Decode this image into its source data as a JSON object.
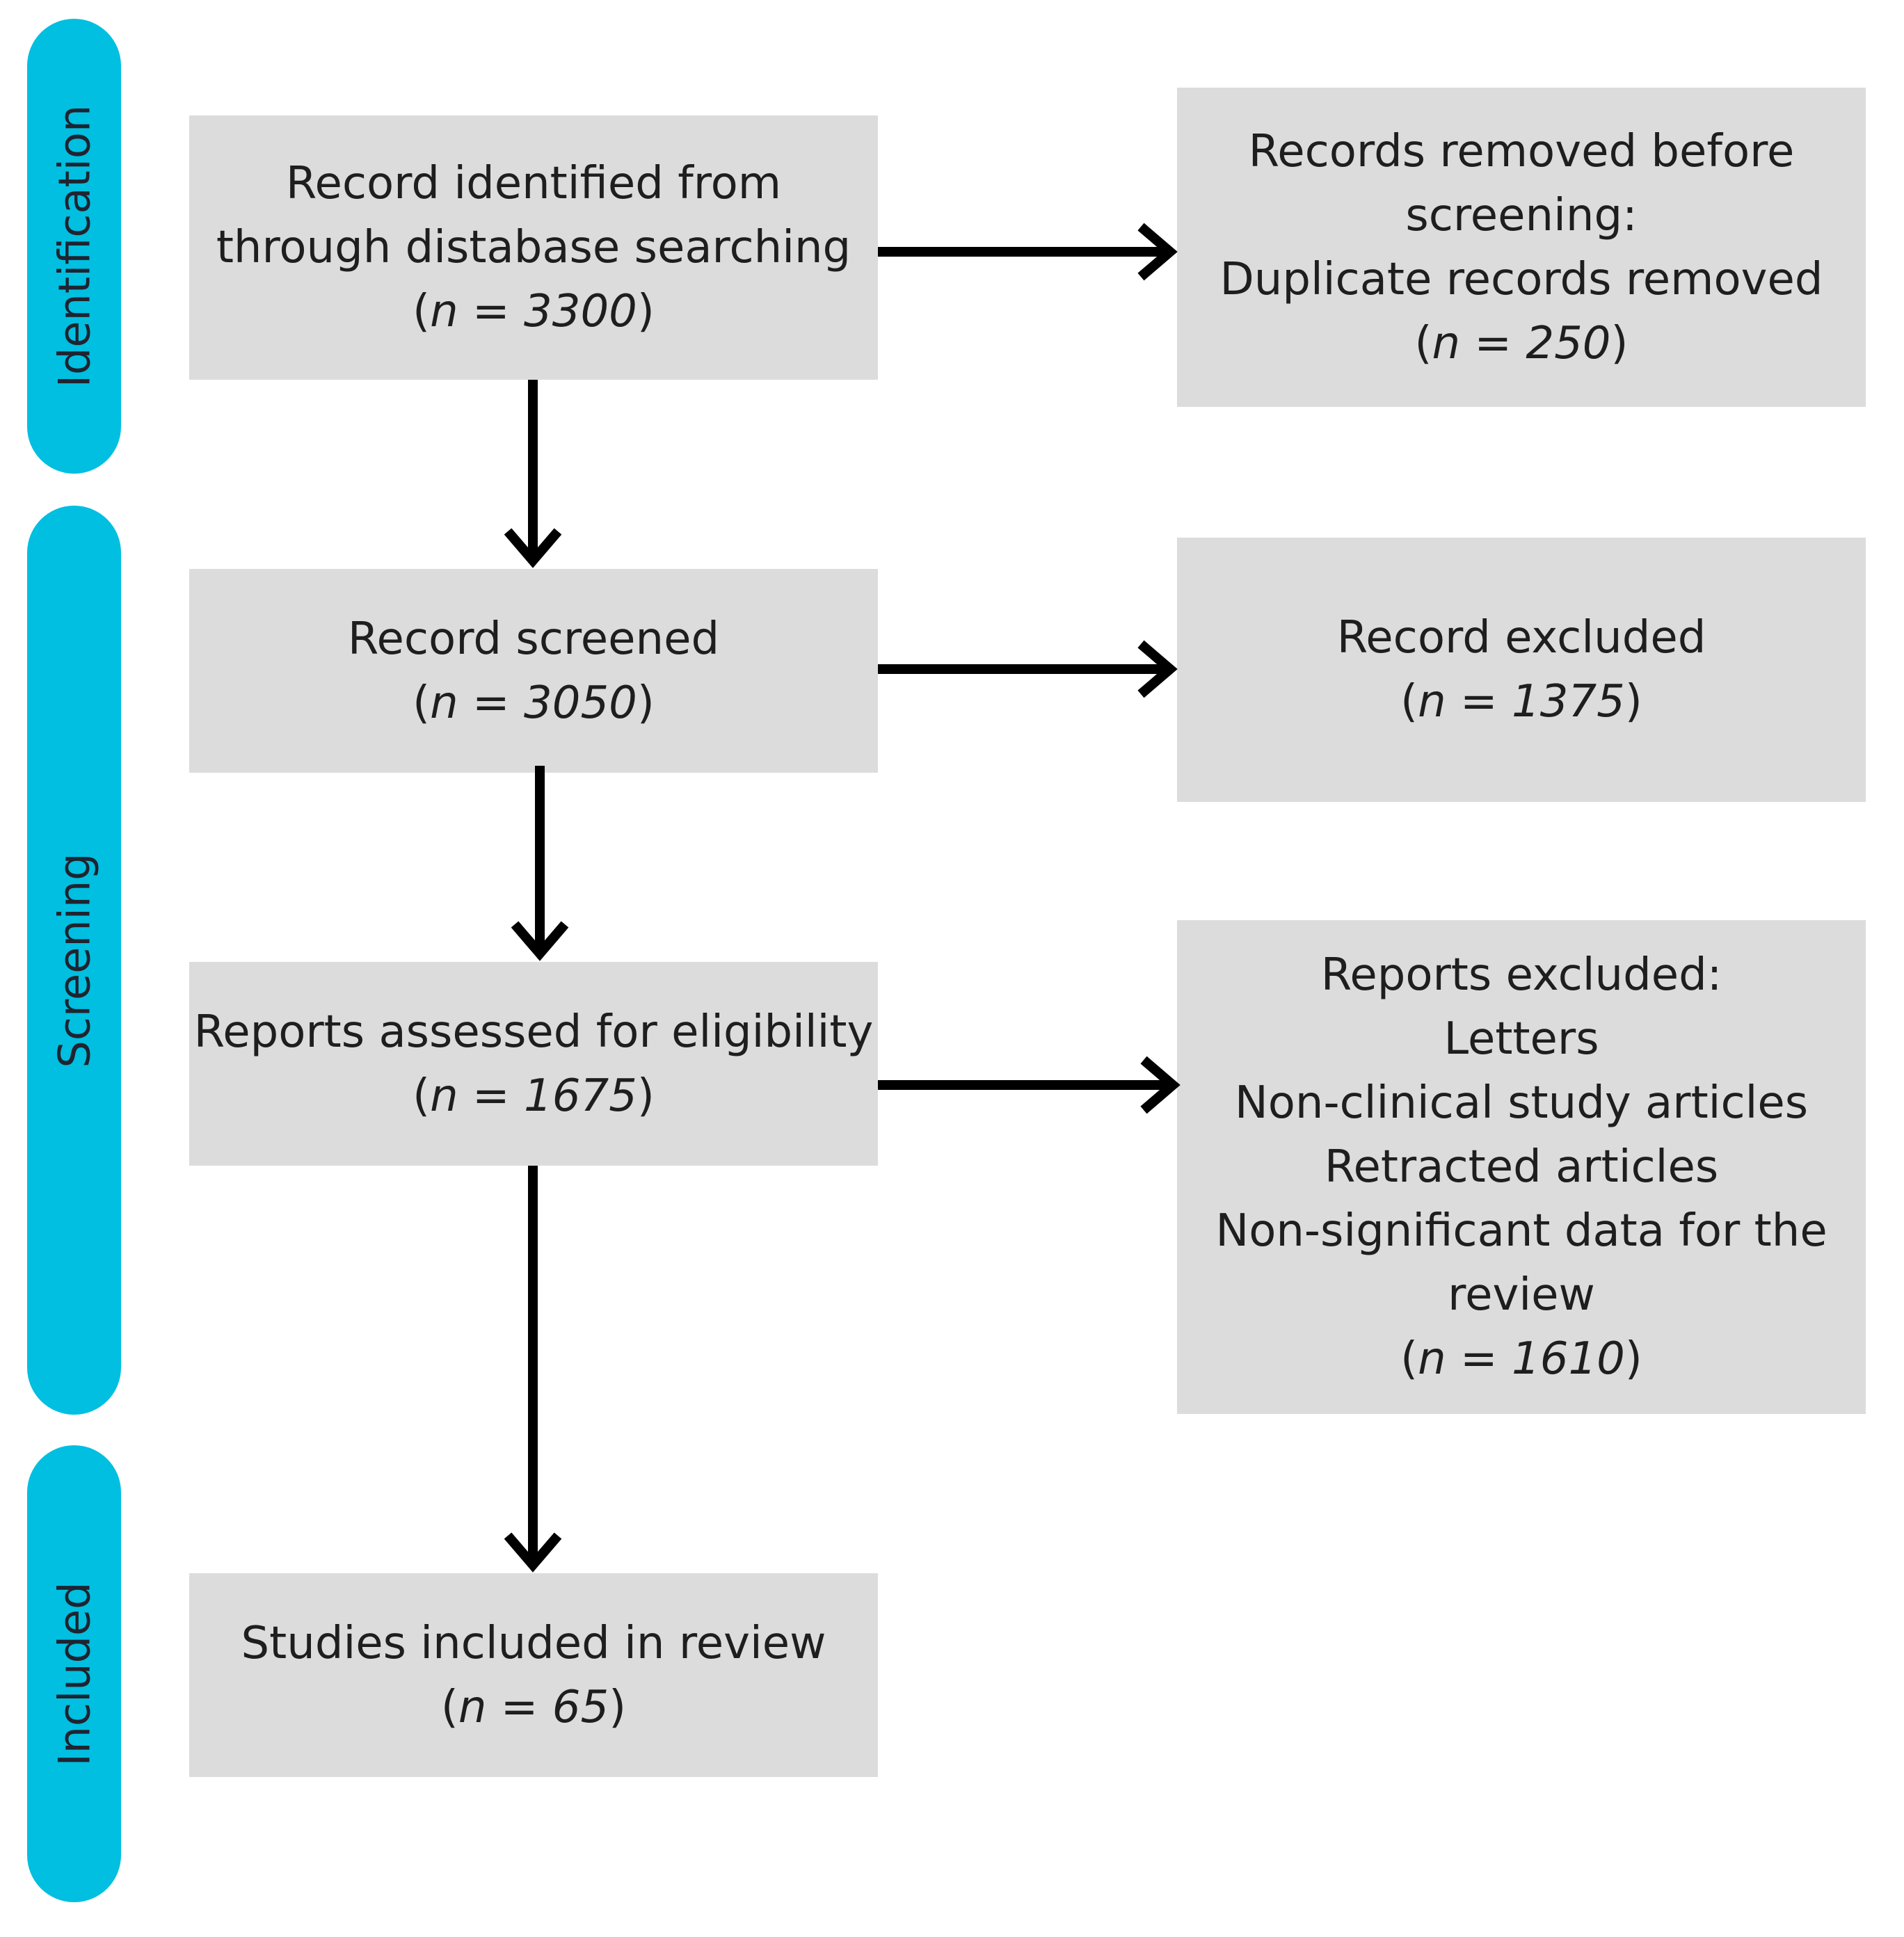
{
  "phases": {
    "identification": "Identification",
    "screening": "Screening",
    "included": "Included"
  },
  "boxes": {
    "identified": {
      "lines": [
        "Record identified from",
        "through distabase searching"
      ],
      "n_prefix": "(",
      "n_value": "n = 3300",
      "n_suffix": ")"
    },
    "removed": {
      "lines": [
        "Records removed before",
        "screening:",
        "Duplicate records removed"
      ],
      "n_prefix": "(",
      "n_value": "n = 250",
      "n_suffix": ")"
    },
    "screened": {
      "lines": [
        "Record screened"
      ],
      "n_prefix": "(",
      "n_value": "n = 3050",
      "n_suffix": ")"
    },
    "excluded": {
      "lines": [
        "Record excluded"
      ],
      "n_prefix": "(",
      "n_value": "n = 1375",
      "n_suffix": ")"
    },
    "assessed": {
      "lines": [
        "Reports assessed for eligibility"
      ],
      "n_prefix": "(",
      "n_value": "n = 1675",
      "n_suffix": ")"
    },
    "reports_excluded": {
      "lines": [
        "Reports excluded:",
        "Letters",
        "Non-clinical study articles",
        "Retracted articles",
        "Non-significant data for the",
        "review"
      ],
      "n_prefix": "(",
      "n_value": "n = 1610",
      "n_suffix": ")"
    },
    "included": {
      "lines": [
        "Studies included in review"
      ],
      "n_prefix": "(",
      "n_value": "n = 65",
      "n_suffix": ")"
    }
  },
  "colors": {
    "phase_band": "#00bfe0",
    "box_fill": "#dcdcdc",
    "arrow": "#000000"
  }
}
